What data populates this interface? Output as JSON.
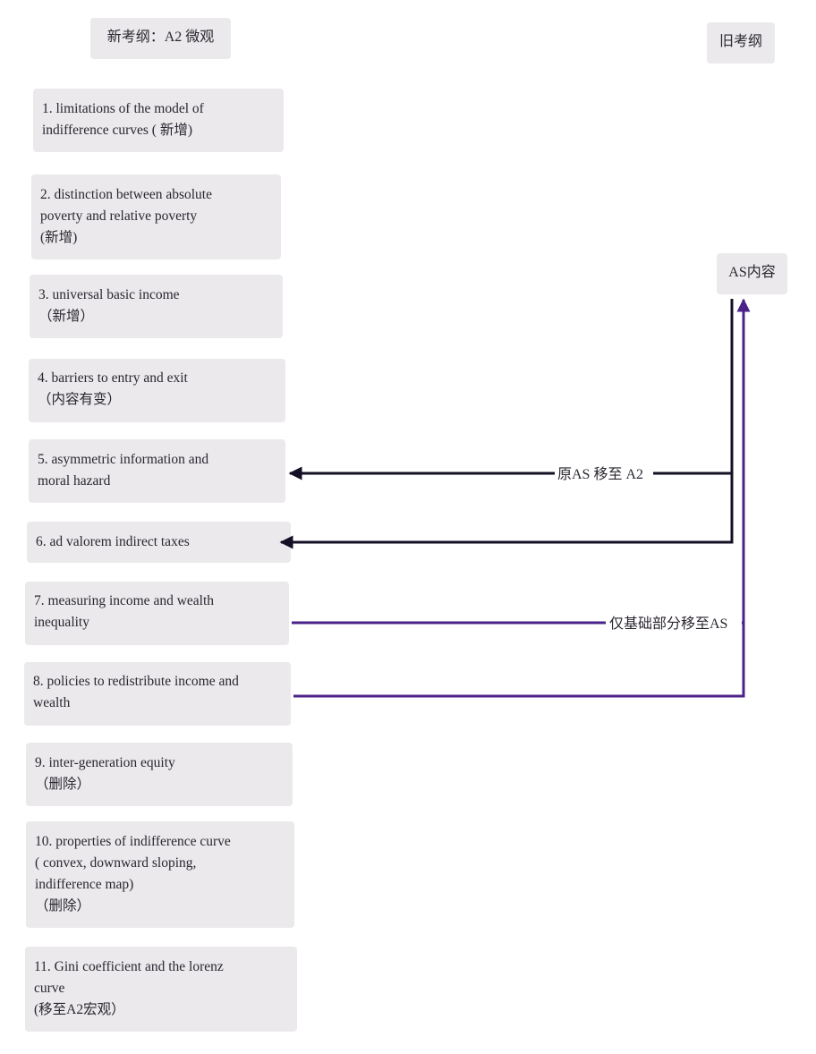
{
  "headers": {
    "new_syllabus": "新考纲：A2 微观",
    "old_syllabus": "旧考纲",
    "as_content": "AS内容"
  },
  "items": [
    "1. limitations of the model of\nindifference curves ( 新增)",
    "2. distinction between absolute\npoverty and relative poverty\n(新增)",
    "3. universal basic income\n（新增）",
    "4. barriers to entry and exit\n（内容有变）",
    "5. asymmetric information and\nmoral hazard",
    "6. ad valorem indirect taxes",
    "7. measuring income and wealth\ninequality",
    "8. policies to redistribute income and\nwealth",
    "9. inter-generation equity\n（删除）",
    "10. properties of indifference curve\n( convex, downward sloping,\nindifference map)\n（删除）",
    "11. Gini coefficient and the lorenz\ncurve\n(移至A2宏观）"
  ],
  "edges": {
    "moved_to_a2": "原AS 移至 A2",
    "basic_to_as": "仅基础部分移至AS"
  },
  "colors": {
    "box_fill": "#ebe9ec",
    "dark_edge": "#140f24",
    "purple_edge": "#4b2388"
  }
}
